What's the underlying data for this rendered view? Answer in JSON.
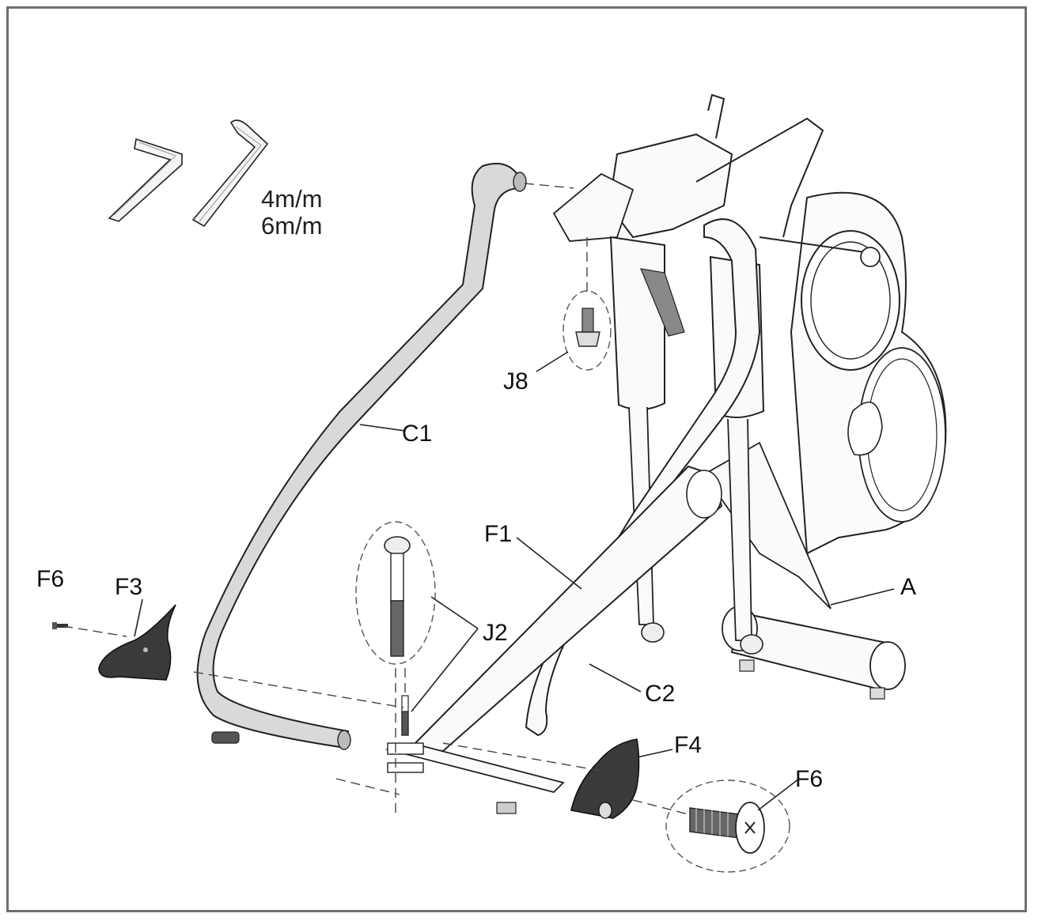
{
  "tools": {
    "size_1": "4m/m",
    "size_2": "6m/m"
  },
  "labels": {
    "C1": "C1",
    "C2": "C2",
    "F1": "F1",
    "F3": "F3",
    "F4": "F4",
    "F6_left": "F6",
    "F6_right": "F6",
    "J2": "J2",
    "J8": "J8",
    "A": "A"
  },
  "colors": {
    "tube_fill": "#d9d9d9",
    "cap_fill": "#3a3a3a",
    "line": "#222222"
  }
}
